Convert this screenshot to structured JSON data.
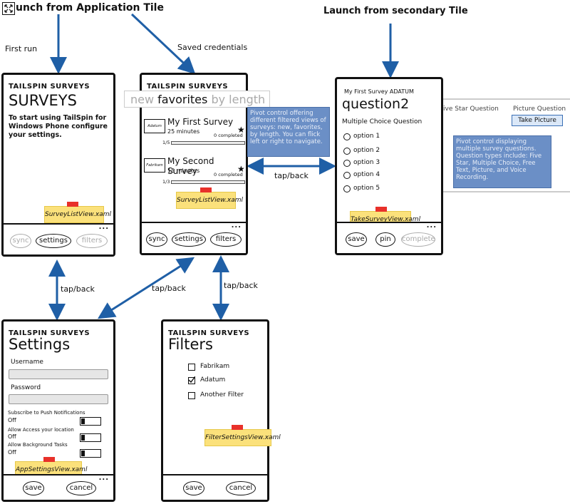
{
  "headers": {
    "app_tile": "unch from Application Tile",
    "secondary_tile": "Launch from secondary Tile"
  },
  "labels": {
    "first_run": "First run",
    "saved_credentials": "Saved credentials",
    "tap_back_1": "tap/back",
    "tap_back_2": "tap/back",
    "tap_back_3": "tap/back",
    "tap_back_4": "tap/back"
  },
  "screen1": {
    "app": "TAILSPIN SURVEYS",
    "title": "SURVEYS",
    "message": "To start using TailSpin for Windows Phone configure your settings.",
    "note": "SurveyListView.xaml",
    "buttons": [
      "sync",
      "settings",
      "filters"
    ]
  },
  "screen2": {
    "app": "TAILSPIN SURVEYS",
    "pivot": {
      "left": "new",
      "active": "favorites",
      "right": "by length"
    },
    "surveys": [
      {
        "thumb": "Adatum",
        "title": "My First Survey",
        "duration": "25 minutes",
        "completed": "0 completed",
        "progress": "1/5"
      },
      {
        "thumb": "Fabrikam",
        "title": "My Second Survey",
        "duration": "15 minutes",
        "completed": "0 completed",
        "progress": "1/3"
      }
    ],
    "note": "SurveyListView.xaml",
    "buttons": [
      "sync",
      "settings",
      "filters"
    ],
    "callout": "Pivot control offering different filtered views of surveys: new, favorites, by length. You can flick left or right to navigate."
  },
  "screen3": {
    "header": "My First Survey ADATUM",
    "title": "question2",
    "question": "Multiple Choice Question",
    "options": [
      "option 1",
      "option 2",
      "option 3",
      "option 4",
      "option 5"
    ],
    "note": "TakeSurveyView.xaml",
    "buttons": [
      "save",
      "pin",
      "complete"
    ],
    "side": {
      "left_label": "ive Star Question",
      "right_label": "Picture Question",
      "button": "Take Picture"
    },
    "callout": "Pivot control displaying multiple survey questions. Question types include: Five Star, Multiple Choice, Free Text, Picture, and Voice Recording."
  },
  "screen4": {
    "app": "TAILSPIN SURVEYS",
    "title": "Settings",
    "username_label": "Username",
    "password_label": "Password",
    "toggles": [
      {
        "label": "Subscribe to Push Notifications",
        "state": "Off"
      },
      {
        "label": "Allow Access your location",
        "state": "Off"
      },
      {
        "label": "Allow Background Tasks",
        "state": "Off"
      }
    ],
    "note": "AppSettingsView.xaml",
    "buttons": [
      "save",
      "cancel"
    ]
  },
  "screen5": {
    "app": "TAILSPIN SURVEYS",
    "title": "Filters",
    "filters": [
      {
        "label": "Fabrikam",
        "checked": false
      },
      {
        "label": "Adatum",
        "checked": true
      },
      {
        "label": "Another Filter",
        "checked": false
      }
    ],
    "note": "FilterSettingsView.xaml",
    "buttons": [
      "save",
      "cancel"
    ]
  },
  "misc": {
    "more": "..."
  }
}
